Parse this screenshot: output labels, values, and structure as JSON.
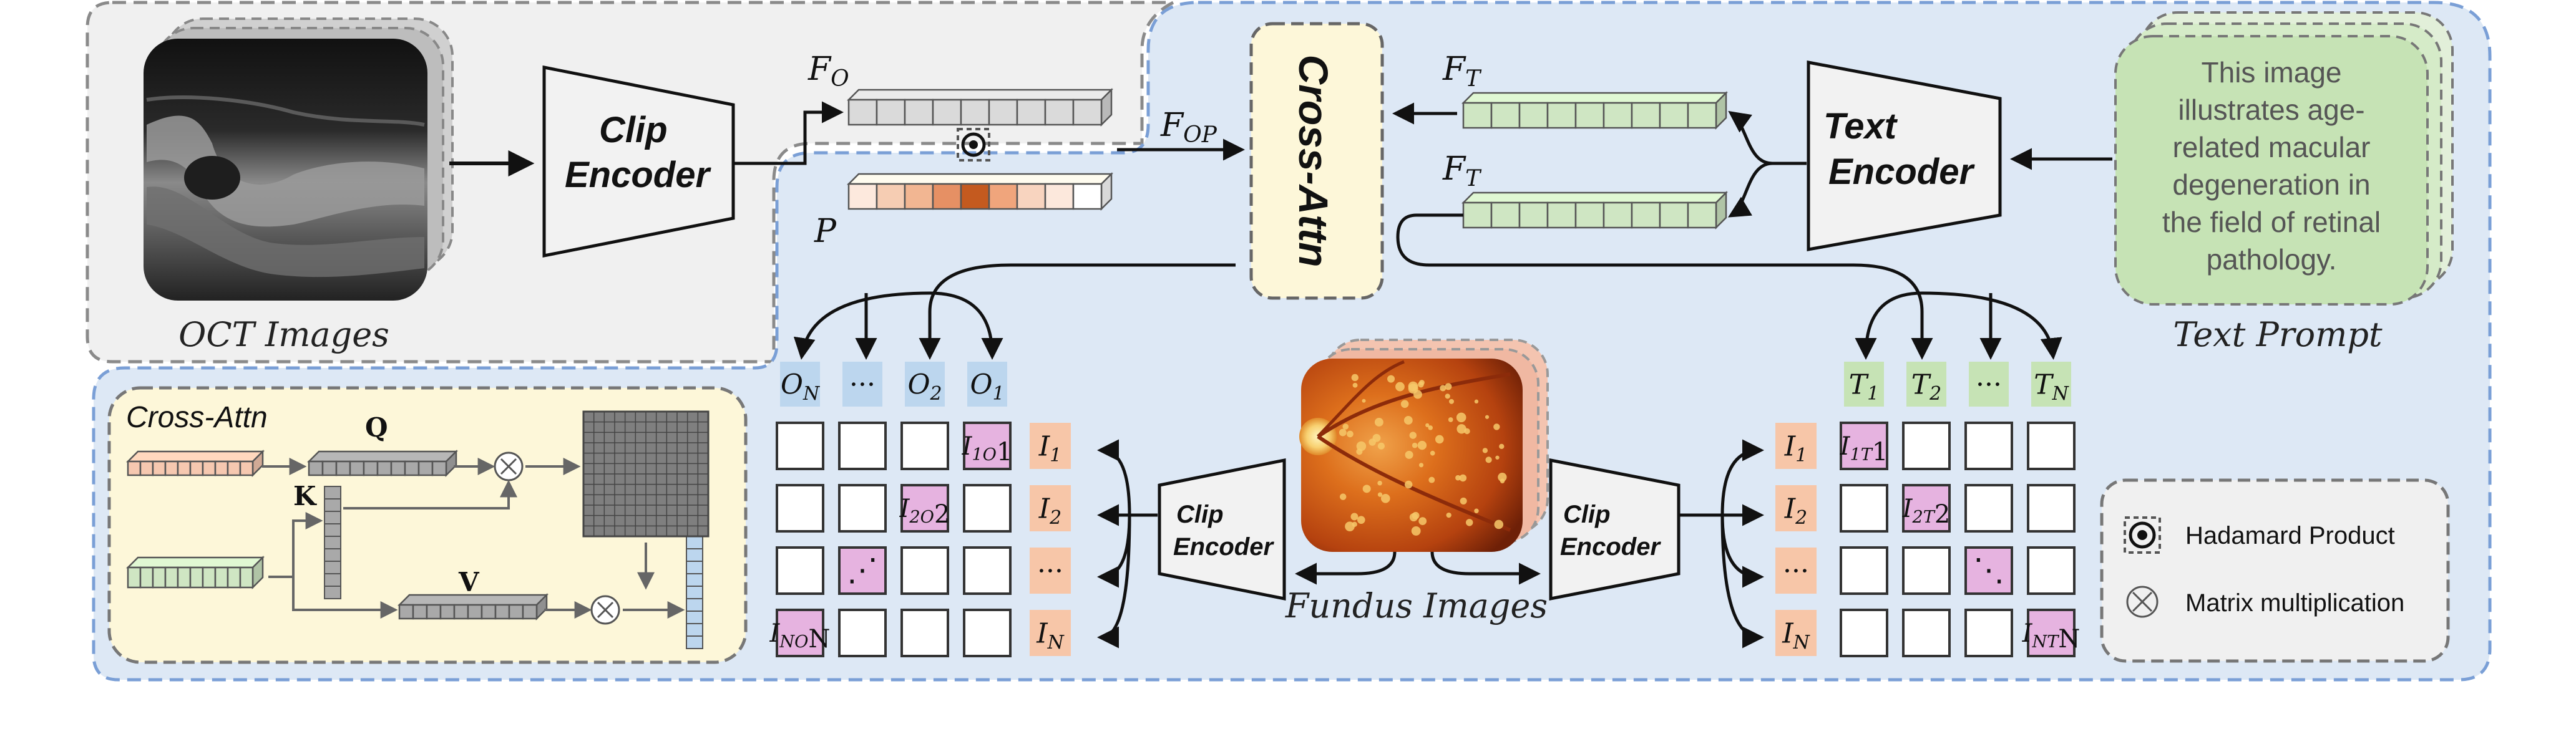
{
  "oct": {
    "caption": "OCT Images"
  },
  "fundus": {
    "caption": "Fundus Images"
  },
  "text_prompt": {
    "caption": "Text Prompt",
    "lines": [
      "This image",
      "illustrates age-",
      "related macular",
      "degeneration in",
      "the field of retinal",
      "pathology."
    ]
  },
  "encoders": {
    "clip_top": [
      "Clip",
      "Encoder"
    ],
    "text": [
      "Text",
      "Encoder"
    ],
    "clip_left": [
      "Clip",
      "Encoder"
    ],
    "clip_right": [
      "Clip",
      "Encoder"
    ]
  },
  "cross_attn_block": {
    "label": "Cross-Attn"
  },
  "labels": {
    "F_O": "F_O",
    "P": "P",
    "F_OP": "F_OP",
    "F_T_top": "F_T",
    "F_T_bottom": "F_T",
    "Q": "Q",
    "K": "K",
    "V": "V"
  },
  "inset": {
    "title": "Cross-Attn"
  },
  "o_tokens": [
    "O_N",
    "···",
    "O_2",
    "O_1"
  ],
  "i_tokens_left": [
    "I_1",
    "I_2",
    "···",
    "I_N"
  ],
  "i_tokens_right": [
    "I_1",
    "I_2",
    "···",
    "I_N"
  ],
  "t_tokens": [
    "T_1",
    "T_2",
    "···",
    "T_N"
  ],
  "left_matrix_diag": [
    "I_1O_1",
    "I_2O_2",
    "⋰",
    "I_NO_N"
  ],
  "right_matrix_diag": [
    "I_1T_1",
    "I_2T_2",
    "⋱",
    "I_NT_N"
  ],
  "legend": {
    "hadamard": "Hadamard Product",
    "matmul": "Matrix multiplication"
  },
  "colors": {
    "bg_grey": "#f0f0f0",
    "bg_blue": "#dde8f5",
    "feature_grey": "#dadada",
    "feature_green": "#cfe6c3",
    "token_blue": "#bcd6ee",
    "token_orange": "#f7c6a8",
    "token_green": "#c6e3b5",
    "diag_pink": "#e6b3e0",
    "inset_bg": "#fdf7d9",
    "prompt_green": "#c6e3b5",
    "p_shades": [
      "#fde9dd",
      "#f6cdb3",
      "#f2b692",
      "#e69064",
      "#c45a1f",
      "#f0a57c",
      "#f8d4bf",
      "#fce8dc",
      "#ffffff"
    ]
  }
}
